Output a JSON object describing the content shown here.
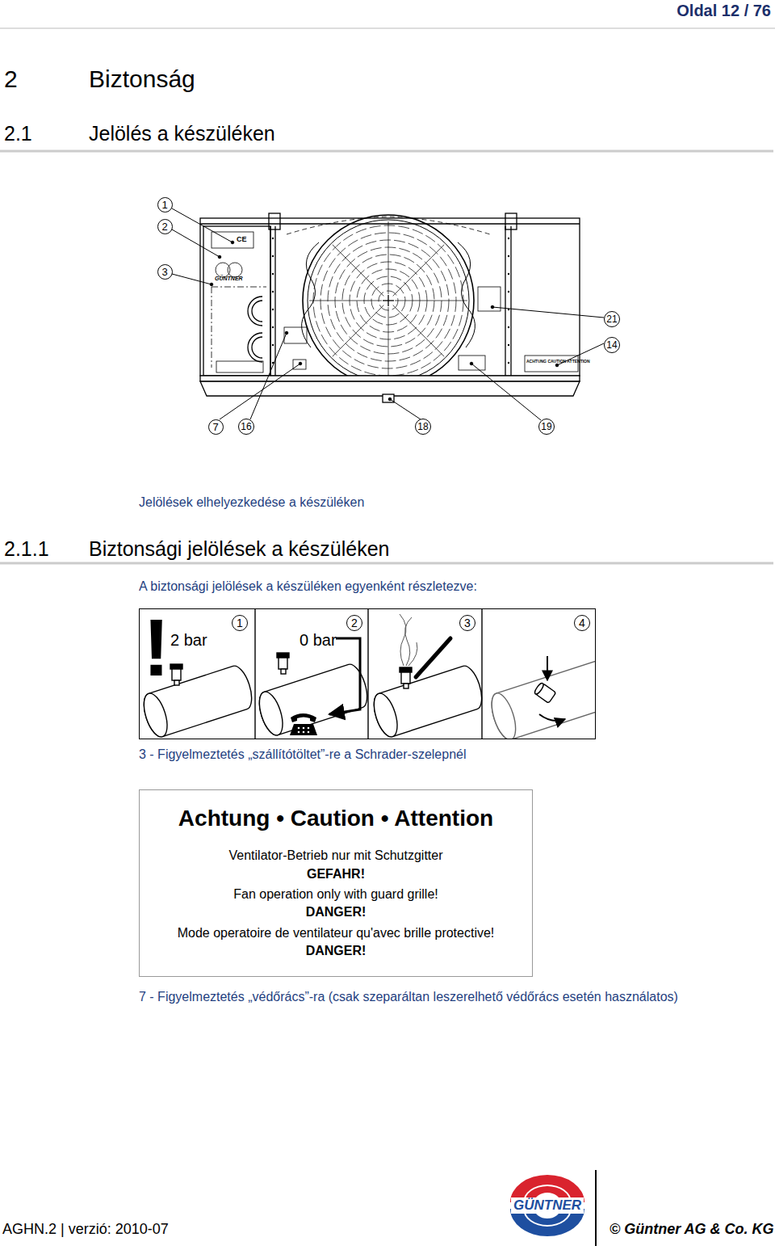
{
  "diagram": {
    "title": "Biztonság",
    "caption": "Jelölések elhelyezkedése a készüléken",
    "nodes": [
      {
        "text": [
          "!",
          "2 bar",
          "1",
          "0 bar",
          "2",
          "3",
          "4"
        ]
      },
      {
        "text": [
          "Achtung • Caution • Attention",
          "Ventilator-Betrieb nur mit Schutzgitter",
          "GEFAHR!",
          "Fan operation only with guard grille!",
          "DANGER!",
          "Mode operatoire de ventilateur qu'avec brille protective!",
          "DANGER!"
        ]
      }
    ],
    "labels": [
      "Oldal 12 / 76",
      "2",
      "2.1",
      "Jelölés a készüléken",
      "CE",
      "GÜNTNER",
      "ACHTUNG CAUTION ATTENTION",
      "1",
      "2",
      "3",
      "21",
      "14",
      "7",
      "16",
      "18",
      "19",
      "2.1.1",
      "Biztonsági jelölések a készüléken",
      "A biztonsági jelölések a készüléken egyenként részletezve:",
      "3 - Figyelmeztetés „szállítótöltet”-re a Schrader-szelepnél",
      "7 - Figyelmeztetés „védőrács”-ra (csak szeparáltan leszerelhető védőrács esetén használatos)",
      "GÜNTNER",
      "AGHN.2 | verzió: 2010-07",
      "© Güntner AG & Co. KG"
    ]
  }
}
